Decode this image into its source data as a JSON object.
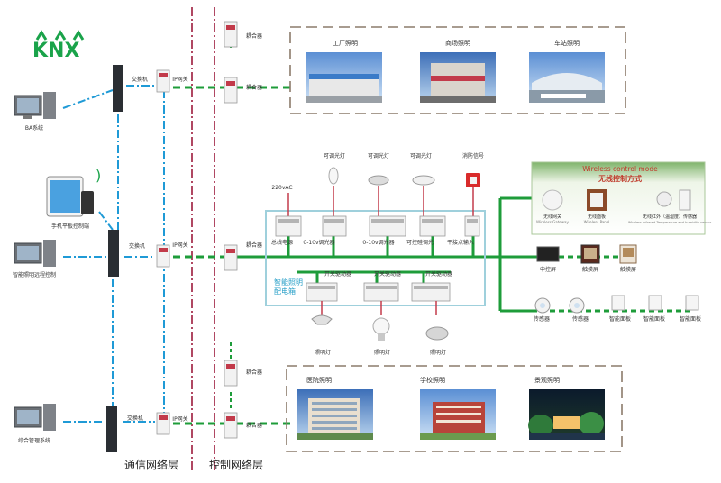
{
  "logo": {
    "text": "KNX"
  },
  "layers": {
    "comm": "通信网络层",
    "control": "控制网络层"
  },
  "systems": {
    "ba": "BA系统",
    "mobile": "手机平板控制端",
    "remote": "智能照明远程控制",
    "mgmt": "综合管理系统"
  },
  "network": {
    "switch_label": "交换机",
    "gateway_label": "IP网关",
    "coupler_label": "耦合器"
  },
  "top_scenes": [
    "工厂照明",
    "商场照明",
    "车站照明"
  ],
  "bottom_scenes": [
    "医院照明",
    "学校照明",
    "景观照明"
  ],
  "cabinet": {
    "title": "智能照明\n配电箱",
    "power": "220vAC",
    "modules": [
      "总线电源",
      "0-10v调光器",
      "0-10v调光器",
      "可控硅调光",
      "干接点输入"
    ],
    "drivers": [
      "开关驱动器",
      "开关驱动器",
      "开关驱动器"
    ],
    "top_devices": [
      "可调光灯",
      "可调光灯",
      "可调光灯",
      "消防信号"
    ],
    "bottom_lamps": [
      "照明灯",
      "照明灯",
      "照明灯"
    ]
  },
  "wireless": {
    "title_en": "Wireless control mode",
    "title_cn": "无线控制方式",
    "items": [
      "无线网关",
      "无线面板",
      "无线红外（温湿度）传感器"
    ],
    "items_en": [
      "Wireless Gateway",
      "Wireless Panel",
      "Wireless Infrared Temperature and humidity sensor"
    ]
  },
  "right_devices": {
    "screens": [
      "中控屏",
      "触摸屏",
      "触摸屏"
    ],
    "sensors": [
      "传感器",
      "传感器"
    ],
    "panels": [
      "智能面板",
      "智能面板",
      "智能面板"
    ]
  },
  "colors": {
    "bus_green": "#1e9c3a",
    "ethernet_blue": "#1f9ad6",
    "layer_red": "#9c1a3c",
    "cabinet_border": "#9fd0dc",
    "cabinet_title": "#2aa0c8"
  }
}
